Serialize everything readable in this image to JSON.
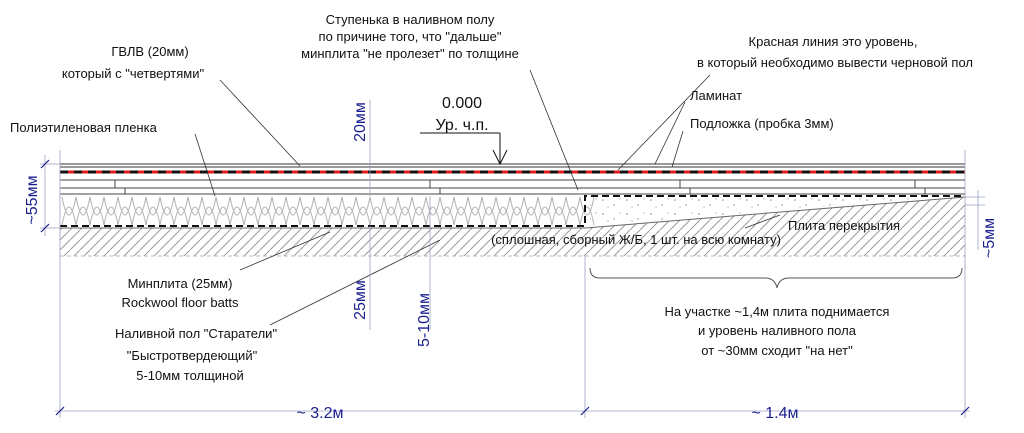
{
  "labels": {
    "step_line1": "Ступенька в наливном полу",
    "step_line2": "по причине того, что \"дальше\"",
    "step_line3": "минплита \"не пролезет\" по толщине",
    "gvlv_line1": "ГВЛВ (20мм)",
    "gvlv_line2": "который с \"четвертями\"",
    "red_line1": "Красная линия это уровень,",
    "red_line2": "в который необходимо вывести черновой пол",
    "level_value": "0.000",
    "level_name": "Ур. ч.п.",
    "laminate": "Ламинат",
    "underlay": "Подложка (пробка 3мм)",
    "polyethylene": "Полиэтиленовая пленка",
    "slab_line1": "Плита перекрытия",
    "slab_line2": "(сплошная, сборный Ж/Б, 1 шт. на всю комнату)",
    "minplita_line1": "Минплита (25мм)",
    "minplita_line2": "Rockwool floor batts",
    "screed_line1": "Наливной пол \"Старатели\"",
    "screed_line2": "\"Быстротвердеющий\"",
    "screed_line3": "5-10мм толщиной",
    "section_line1": "На участке ~1,4м плита поднимается",
    "section_line2": "и уровень наливного пола",
    "section_line3": "от ~30мм сходит \"на нет\""
  },
  "dimensions": {
    "total_thickness": "~55мм",
    "gvlv_thickness": "20мм",
    "mineral_thickness": "25мм",
    "screed_thickness": "5-10мм",
    "slab_rise": "~5мм",
    "length_left": "~ 3.2м",
    "length_right": "~ 1.4м"
  },
  "colors": {
    "text": "#111111",
    "dimension_text": "#1a1f8f",
    "red_level_line": "#e01b1b",
    "layer_lines": "#222222",
    "hatch": "#9a9a9a",
    "dimension_lines": "#9aa0c0"
  }
}
